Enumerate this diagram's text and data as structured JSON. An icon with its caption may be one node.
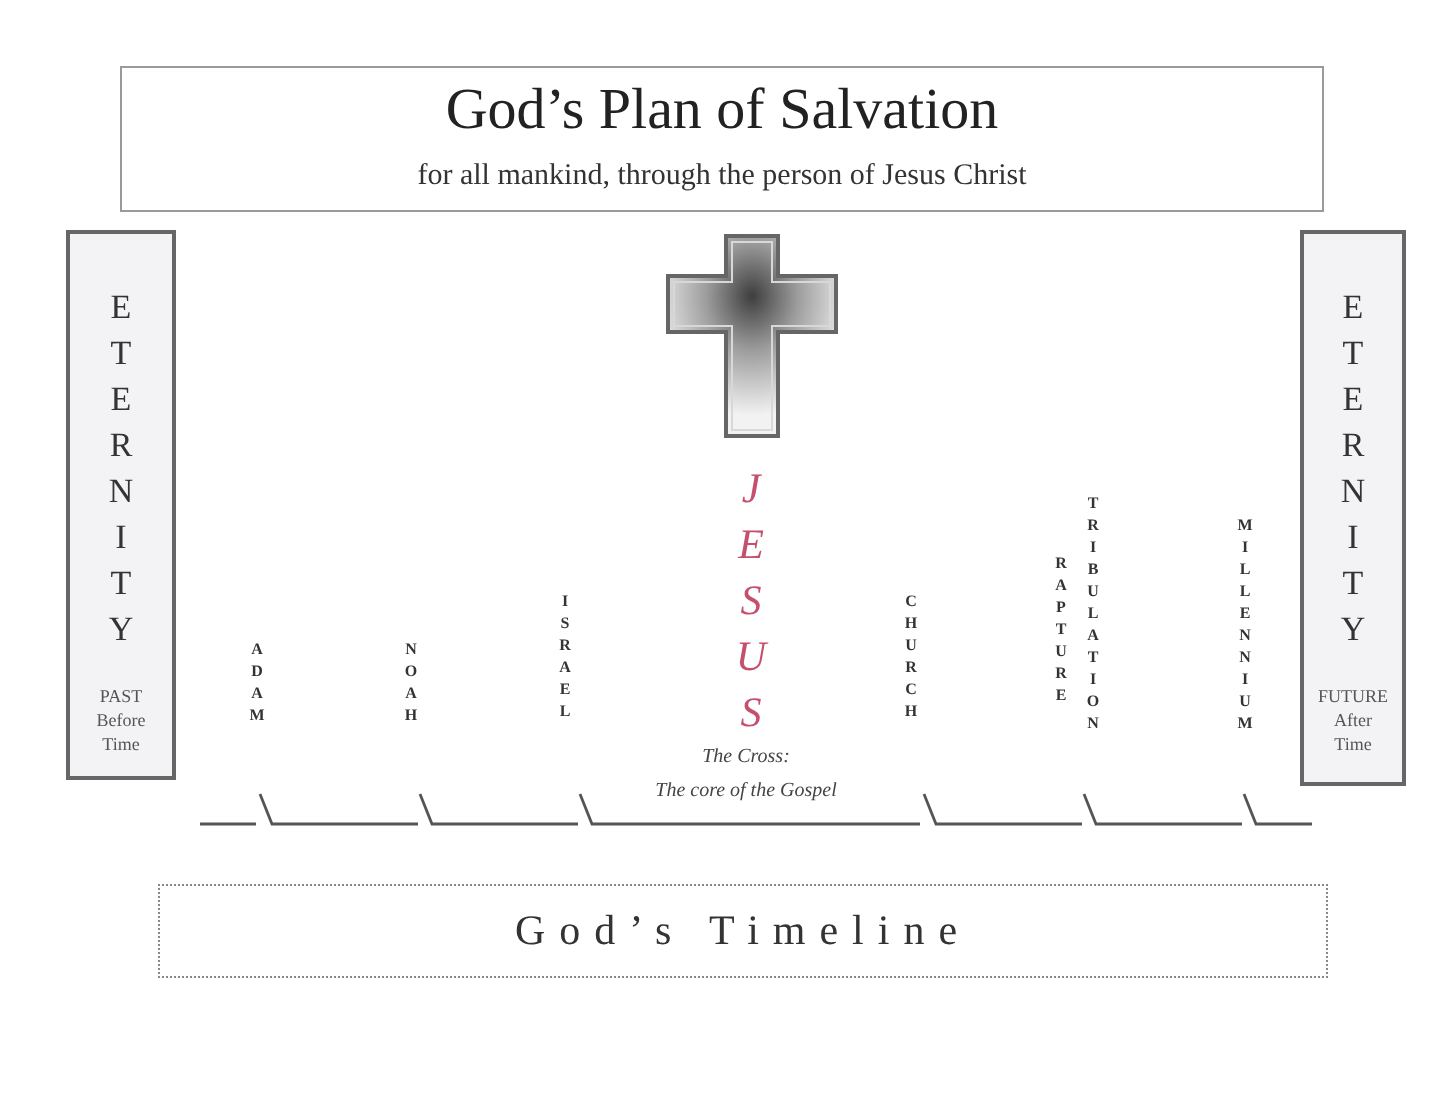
{
  "diagram": {
    "nodes": [
      {
        "text": [
          "God’s Plan of Salvation",
          "for all mankind, through the person of Jesus Christ"
        ]
      },
      {
        "text": [
          "ETERNITY",
          "PAST Before Time"
        ]
      },
      {
        "text": [
          "ETERNITY",
          "FUTURE After Time"
        ]
      },
      {
        "text": [
          "God’s Timeline"
        ]
      }
    ],
    "labels": [
      "ADAM",
      "NOAH",
      "ISRAEL",
      "JESUS",
      "The Cross:",
      "The core of the Gospel",
      "CHURCH",
      "RAPTURE",
      "TRIBULATION",
      "MILLENNIUM"
    ]
  }
}
